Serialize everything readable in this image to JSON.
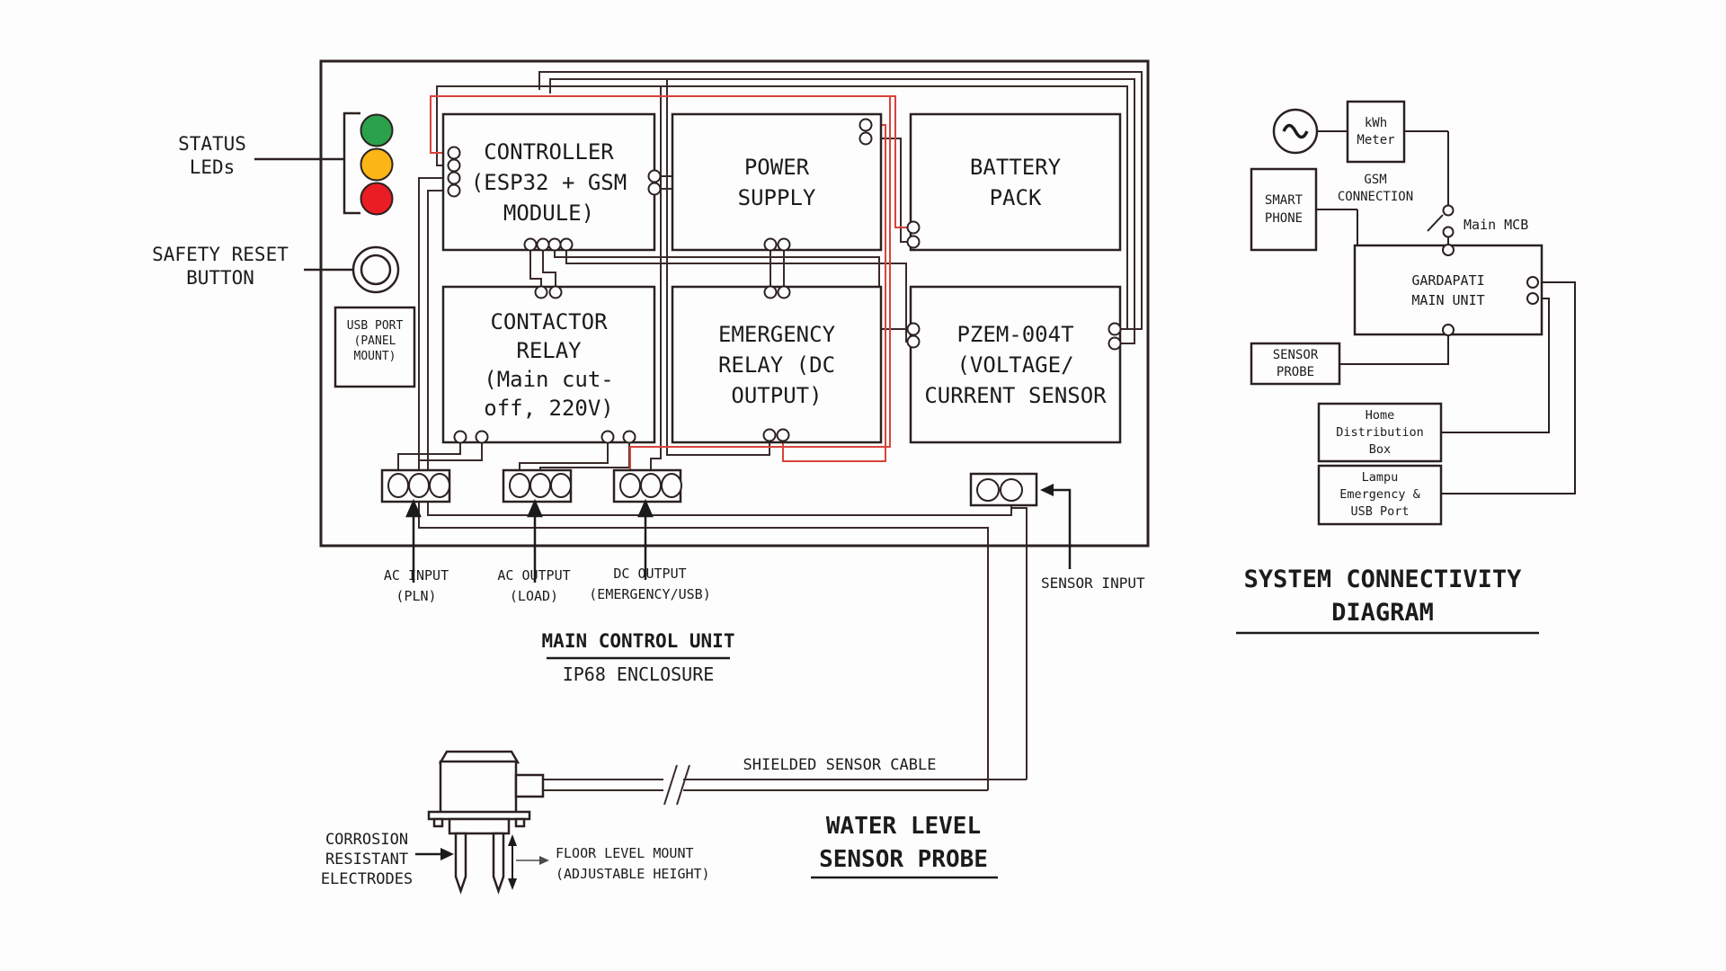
{
  "left_panel": {
    "status_leds_label": "STATUS\nLEDs",
    "safety_reset_label": "SAFETY RESET\nBUTTON",
    "usb_port_label": "USB PORT\n(PANEL\nMOUNT)",
    "led_colors": {
      "green": "#2aa24c",
      "yellow": "#fcb615",
      "red": "#ea1c24"
    }
  },
  "main_unit": {
    "boxes": {
      "controller": "CONTROLLER\n(ESP32 + GSM\nMODULE)",
      "power_supply": "POWER\nSUPPLY",
      "battery_pack": "BATTERY\nPACK",
      "contactor_relay": "CONTACTOR\nRELAY\n(Main cut-\noff, 220V)",
      "emergency_relay": "EMERGENCY\nRELAY (DC\nOUTPUT)",
      "pzem_sensor": "PZEM-004T\n(VOLTAGE/\nCURRENT SENSOR"
    },
    "terminals": {
      "ac_input": "AC INPUT\n(PLN)",
      "ac_output": "AC OUTPUT\n(LOAD)",
      "dc_output": "DC OUTPUT\n(EMERGENCY/USB)",
      "sensor_input": "SENSOR INPUT"
    },
    "title": "MAIN CONTROL UNIT",
    "subtitle": "IP68 ENCLOSURE"
  },
  "probe_section": {
    "shielded_cable_label": "SHIELDED SENSOR CABLE",
    "water_level_title": "WATER LEVEL\nSENSOR PROBE",
    "corrosion_label": "CORROSION\nRESISTANT\nELECTRODES",
    "floor_mount_label": "FLOOR LEVEL MOUNT\n(ADJUSTABLE HEIGHT)"
  },
  "connectivity": {
    "kwh_meter": "kWh\nMeter",
    "gsm_connection": "GSM\nCONNECTION",
    "smart_phone": "SMART\nPHONE",
    "main_mcb": "Main MCB",
    "gardapati_main_unit": "GARDAPATI\nMAIN UNIT",
    "sensor_probe": "SENSOR\nPROBE",
    "home_distribution": "Home\nDistribution\nBox",
    "lampu_emergency": "Lampu\nEmergency &\nUSB Port",
    "title": "SYSTEM CONNECTIVITY\nDIAGRAM"
  },
  "colors": {
    "line": "#2b2120",
    "wire_black": "#3a2a2a",
    "wire_red": "#d8433b"
  }
}
